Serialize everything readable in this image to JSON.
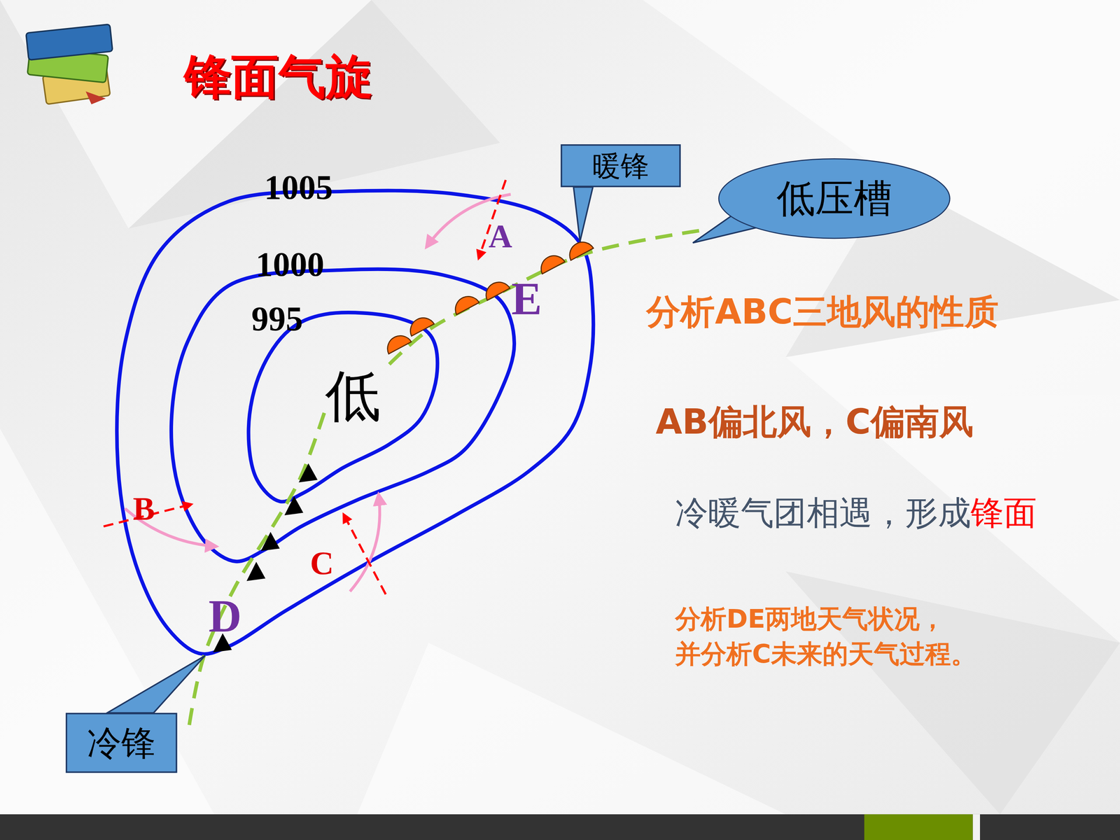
{
  "diagram": {
    "title": "锋面气旋",
    "nodes": [
      {
        "text": [
          "暖锋"
        ]
      },
      {
        "text": [
          "低压槽"
        ]
      },
      {
        "text": [
          "冷锋"
        ]
      }
    ],
    "labels": [
      "1005",
      "1000",
      "995",
      "低",
      "A",
      "E",
      "B",
      "C",
      "D",
      "分析ABC三地风的性质",
      "AB偏北风，C偏南风",
      "冷暖气团相遇，形成",
      "锋面",
      "分析DE两地天气状况， 并分析C未来的天气过程。"
    ]
  }
}
